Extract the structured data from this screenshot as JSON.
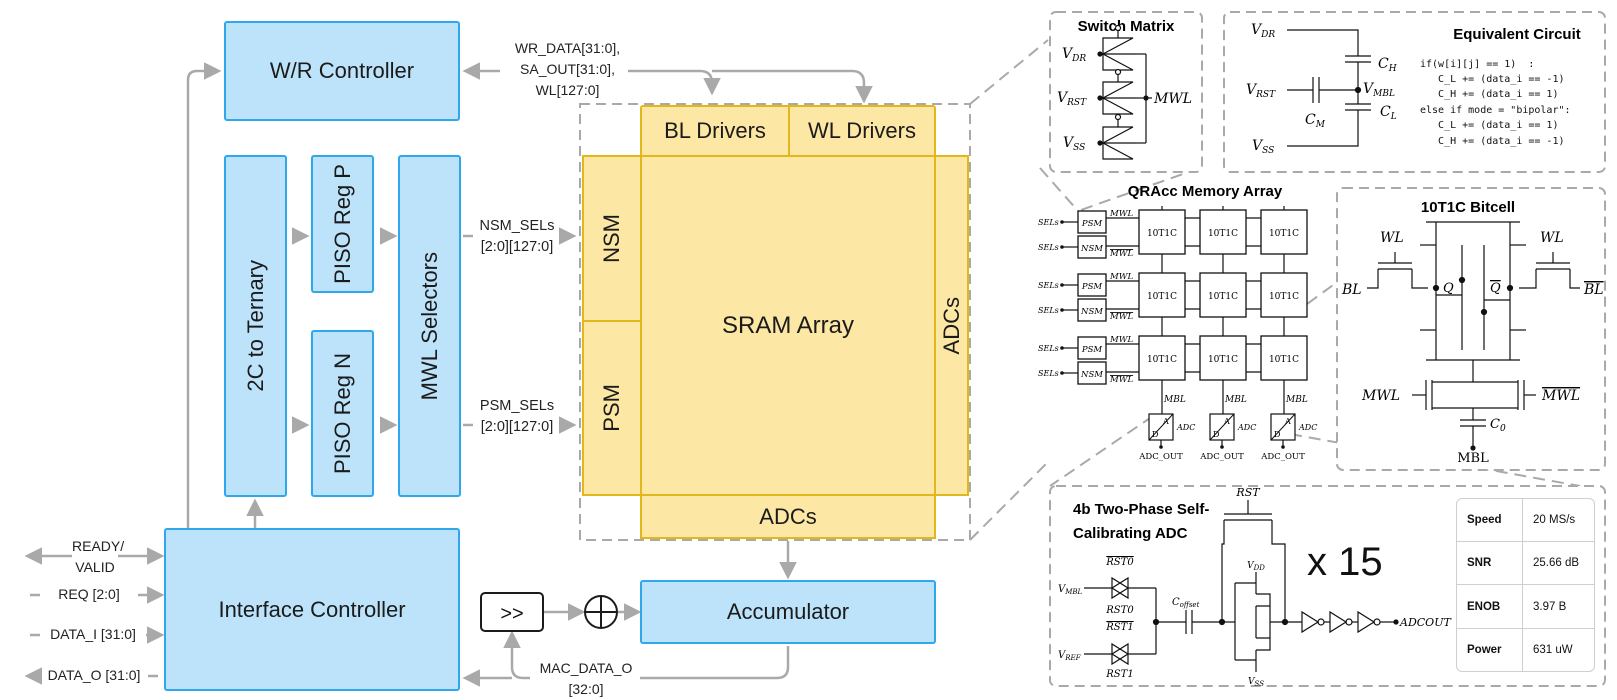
{
  "left": {
    "wr_controller": "W/R Controller",
    "wr_bus_label": [
      "WR_DATA[31:0],",
      "SA_OUT[31:0],",
      "WL[127:0]"
    ],
    "two_c_to_ternary": "2C to Ternary",
    "piso_p": "PISO Reg P",
    "piso_n": "PISO Reg N",
    "mwl_selectors": "MWL Selectors",
    "nsm_sels": [
      "NSM_SELs",
      "[2:0][127:0]"
    ],
    "psm_sels": [
      "PSM_SELs",
      "[2:0][127:0]"
    ],
    "interface_controller": "Interface Controller",
    "ready_valid": [
      "READY/",
      "VALID"
    ],
    "req": "REQ [2:0]",
    "data_i": "DATA_I [31:0]",
    "data_o": "DATA_O [31:0]",
    "shift": ">>",
    "accumulator": "Accumulator",
    "mac_data": [
      "MAC_DATA_O",
      "[32:0]"
    ]
  },
  "core": {
    "bl_drivers": "BL Drivers",
    "wl_drivers": "WL Drivers",
    "nsm": "NSM",
    "psm": "PSM",
    "sram_array": "SRAM Array",
    "adcs_right": "ADCs",
    "adcs_bottom": "ADCs"
  },
  "switch_matrix": {
    "title": "Switch Matrix",
    "vdr": "V",
    "vdr_sub": "DR",
    "vrst": "V",
    "vrst_sub": "RST",
    "vss": "V",
    "vss_sub": "SS",
    "mwl": "MWL"
  },
  "equivalent": {
    "title": "Equivalent Circuit",
    "vdr": "V",
    "vdr_sub": "DR",
    "vrst": "V",
    "vrst_sub": "RST",
    "vss": "V",
    "vss_sub": "SS",
    "ch": "C",
    "ch_sub": "H",
    "cl": "C",
    "cl_sub": "L",
    "cm": "C",
    "cm_sub": "M",
    "vmbl": "V",
    "vmbl_sub": "MBL",
    "code": [
      "if(w[i][j] == 1)  :",
      "   C_L += (data_i == -1)",
      "   C_H += (data_i == 1)",
      "else if mode = \"bipolar\":",
      "   C_L += (data_i == 1)",
      "   C_H += (data_i == -1)"
    ]
  },
  "memory_array": {
    "title": "QRAcc Memory Array",
    "cell": "10T1C",
    "psm": "PSM",
    "nsm": "NSM",
    "sel0": "SELs",
    "sel1": "SELs",
    "mwl": "MWL",
    "mbl": "MBL",
    "adc": "ADC",
    "adc_a": "A",
    "adc_d": "D",
    "adc_out": "ADC_OUT"
  },
  "bitcell": {
    "title": "10T1C Bitcell",
    "wl": "WL",
    "bl": "BL",
    "q": "Q",
    "mwl": "MWL",
    "c0": "C",
    "c0_sub": "0",
    "mbl": "MBL"
  },
  "adc": {
    "title": [
      "4b Two-Phase Self-",
      "Calibrating ADC"
    ],
    "rst": "RST",
    "rst0": "RST0",
    "rst1": "RST1",
    "vmbl": "V",
    "vmbl_sub": "MBL",
    "vref": "V",
    "vref_sub": "REF",
    "coffset": "C",
    "coffset_sub": "offset",
    "vdd": "V",
    "vdd_sub": "DD",
    "vss": "V",
    "vss_sub": "SS",
    "adcout": "ADCOUT",
    "multiplier": "x 15",
    "specs": [
      {
        "k": "Speed",
        "v": "20 MS/s"
      },
      {
        "k": "SNR",
        "v": "25.66 dB"
      },
      {
        "k": "ENOB",
        "v": "3.97 B"
      },
      {
        "k": "Power",
        "v": "631 uW"
      }
    ]
  },
  "colors": {
    "blue_fill": "#bde3fb",
    "blue_border": "#2ea7ec",
    "yellow_fill": "#fde7a4",
    "yellow_border": "#e3b71c",
    "arrow": "#a9a9a9"
  }
}
